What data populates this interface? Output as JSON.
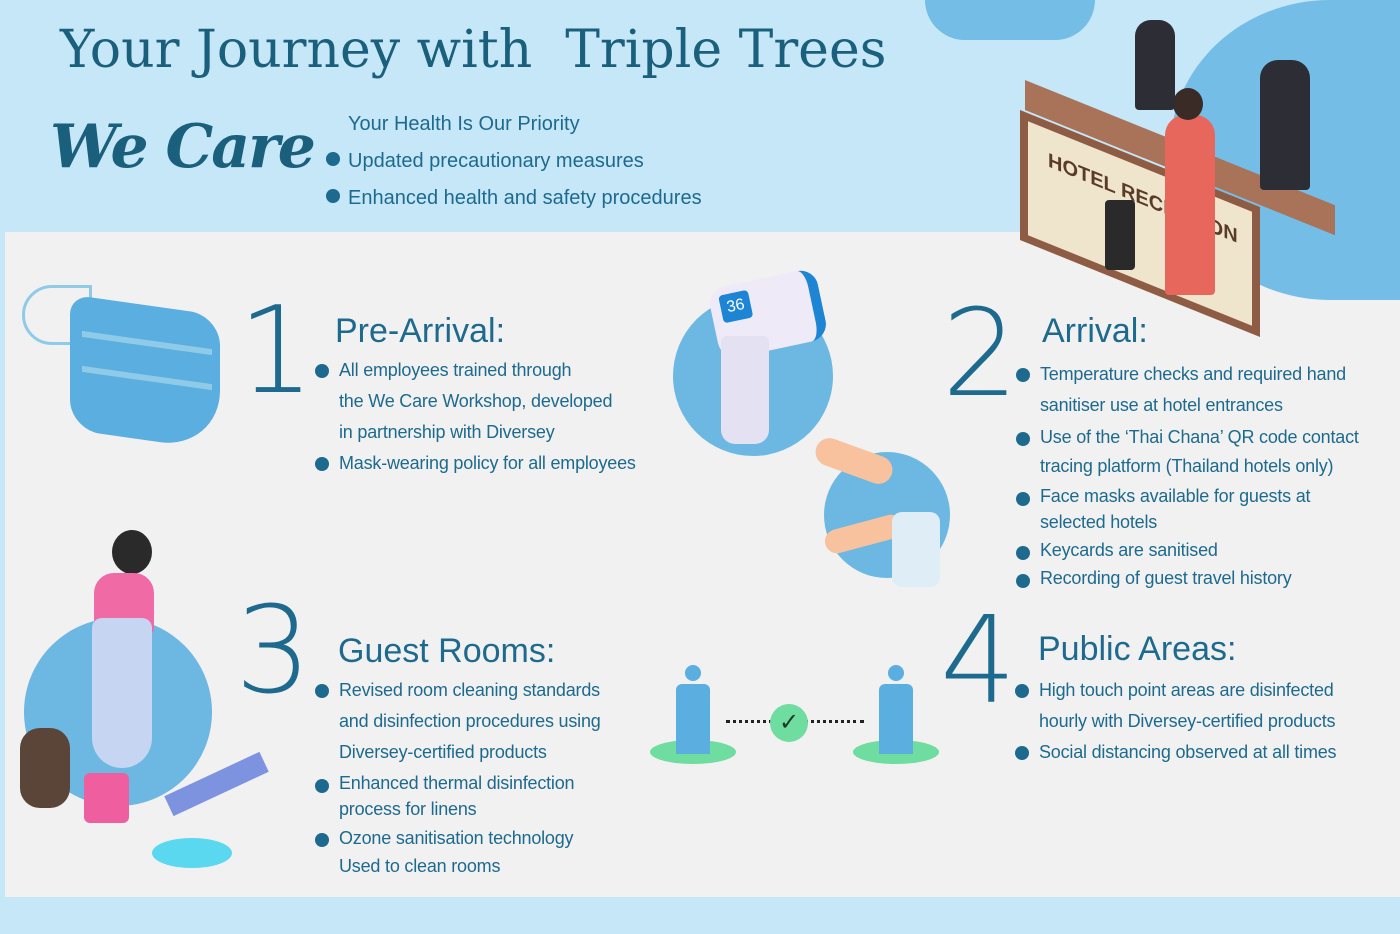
{
  "header": {
    "title": "Your Journey with  Triple Trees",
    "logo_text": "We Care",
    "tagline": "Your Health Is Our Priority",
    "bullets": [
      "Updated precautionary measures",
      "Enhanced health and safety procedures"
    ],
    "reception_sign": "HOTEL RECEPTION"
  },
  "sections": [
    {
      "number": "1",
      "title": "Pre-Arrival:",
      "items": [
        "All employees trained through\nthe We Care Workshop, developed\nin partnership with Diversey",
        "Mask-wearing policy for all employees"
      ]
    },
    {
      "number": "2",
      "title": "Arrival:",
      "items": [
        "Temperature checks and required hand\nsanitiser use at hotel entrances",
        "Use of the ‘Thai Chana’ QR code contact\ntracing platform (Thailand hotels only)",
        "Face masks available for guests at\nselected hotels",
        "Keycards are sanitised",
        "Recording of guest travel history"
      ]
    },
    {
      "number": "3",
      "title": "Guest Rooms:",
      "items": [
        "Revised room cleaning standards\nand disinfection procedures using\nDiversey-certified products",
        "Enhanced thermal disinfection\nprocess for linens",
        "Ozone sanitisation technology\nUsed to clean rooms"
      ]
    },
    {
      "number": "4",
      "title": "Public Areas:",
      "items": [
        "High touch point areas are disinfected\nhourly with Diversey-certified products",
        "Social distancing observed at all times"
      ]
    }
  ],
  "thermometer_reading": "36",
  "colors": {
    "primary": "#1d6a8e",
    "light_bg": "#c6e7f8",
    "circle": "#6cb8e3",
    "green": "#6fdca0"
  }
}
